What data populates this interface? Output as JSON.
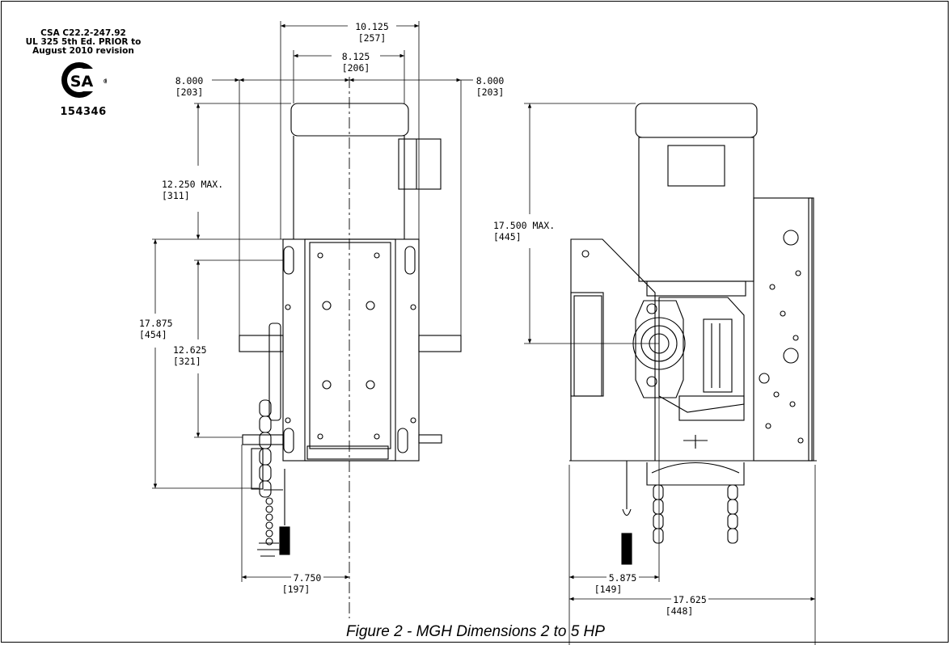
{
  "certification": {
    "line1": "CSA C22.2-247.92",
    "line2": "UL 325 5th Ed. PRIOR to",
    "line3": "August 2010 revision",
    "logo_text": "SA",
    "registered_mark": "®",
    "number": "154346"
  },
  "front_view": {
    "dim_top_overall": {
      "value": "10.125",
      "metric": "[257]"
    },
    "dim_top_inner": {
      "value": "8.125",
      "metric": "[206]"
    },
    "dim_left_width": {
      "value": "8.000",
      "metric": "[203]"
    },
    "dim_right_width": {
      "value": "8.000",
      "metric": "[203]"
    },
    "dim_motor_height": {
      "value": "12.250 MAX.",
      "metric": "[311]"
    },
    "dim_body_height": {
      "value": "17.875",
      "metric": "[454]"
    },
    "dim_shaft_spacing": {
      "value": "12.625",
      "metric": "[321]"
    },
    "dim_bottom_offset": {
      "value": "7.750",
      "metric": "[197]"
    }
  },
  "side_view": {
    "dim_height": {
      "value": "17.500 MAX.",
      "metric": "[445]"
    },
    "dim_shaft_offset": {
      "value": "5.875",
      "metric": "[149]"
    },
    "dim_overall_width": {
      "value": "17.625",
      "metric": "[448]"
    }
  },
  "caption": "Figure 2 - MGH Dimensions 2 to 5 HP"
}
